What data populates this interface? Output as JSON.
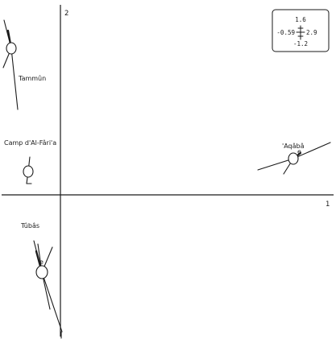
{
  "axes": {
    "vertical_label": "2",
    "horizontal_label": "1"
  },
  "scale_key": {
    "top": "1.6",
    "left": "-0.59",
    "right": "2.9",
    "bottom": "-1.2"
  },
  "sites": [
    {
      "id": "tammun",
      "name": "Tammûn"
    },
    {
      "id": "camp-al-faria",
      "name": "Camp d'Al-Fâri'a"
    },
    {
      "id": "aqaba",
      "name": "'Aqâbâ",
      "marker": "e"
    },
    {
      "id": "tubas",
      "name": "Tûbâs",
      "marker": "e"
    }
  ]
}
